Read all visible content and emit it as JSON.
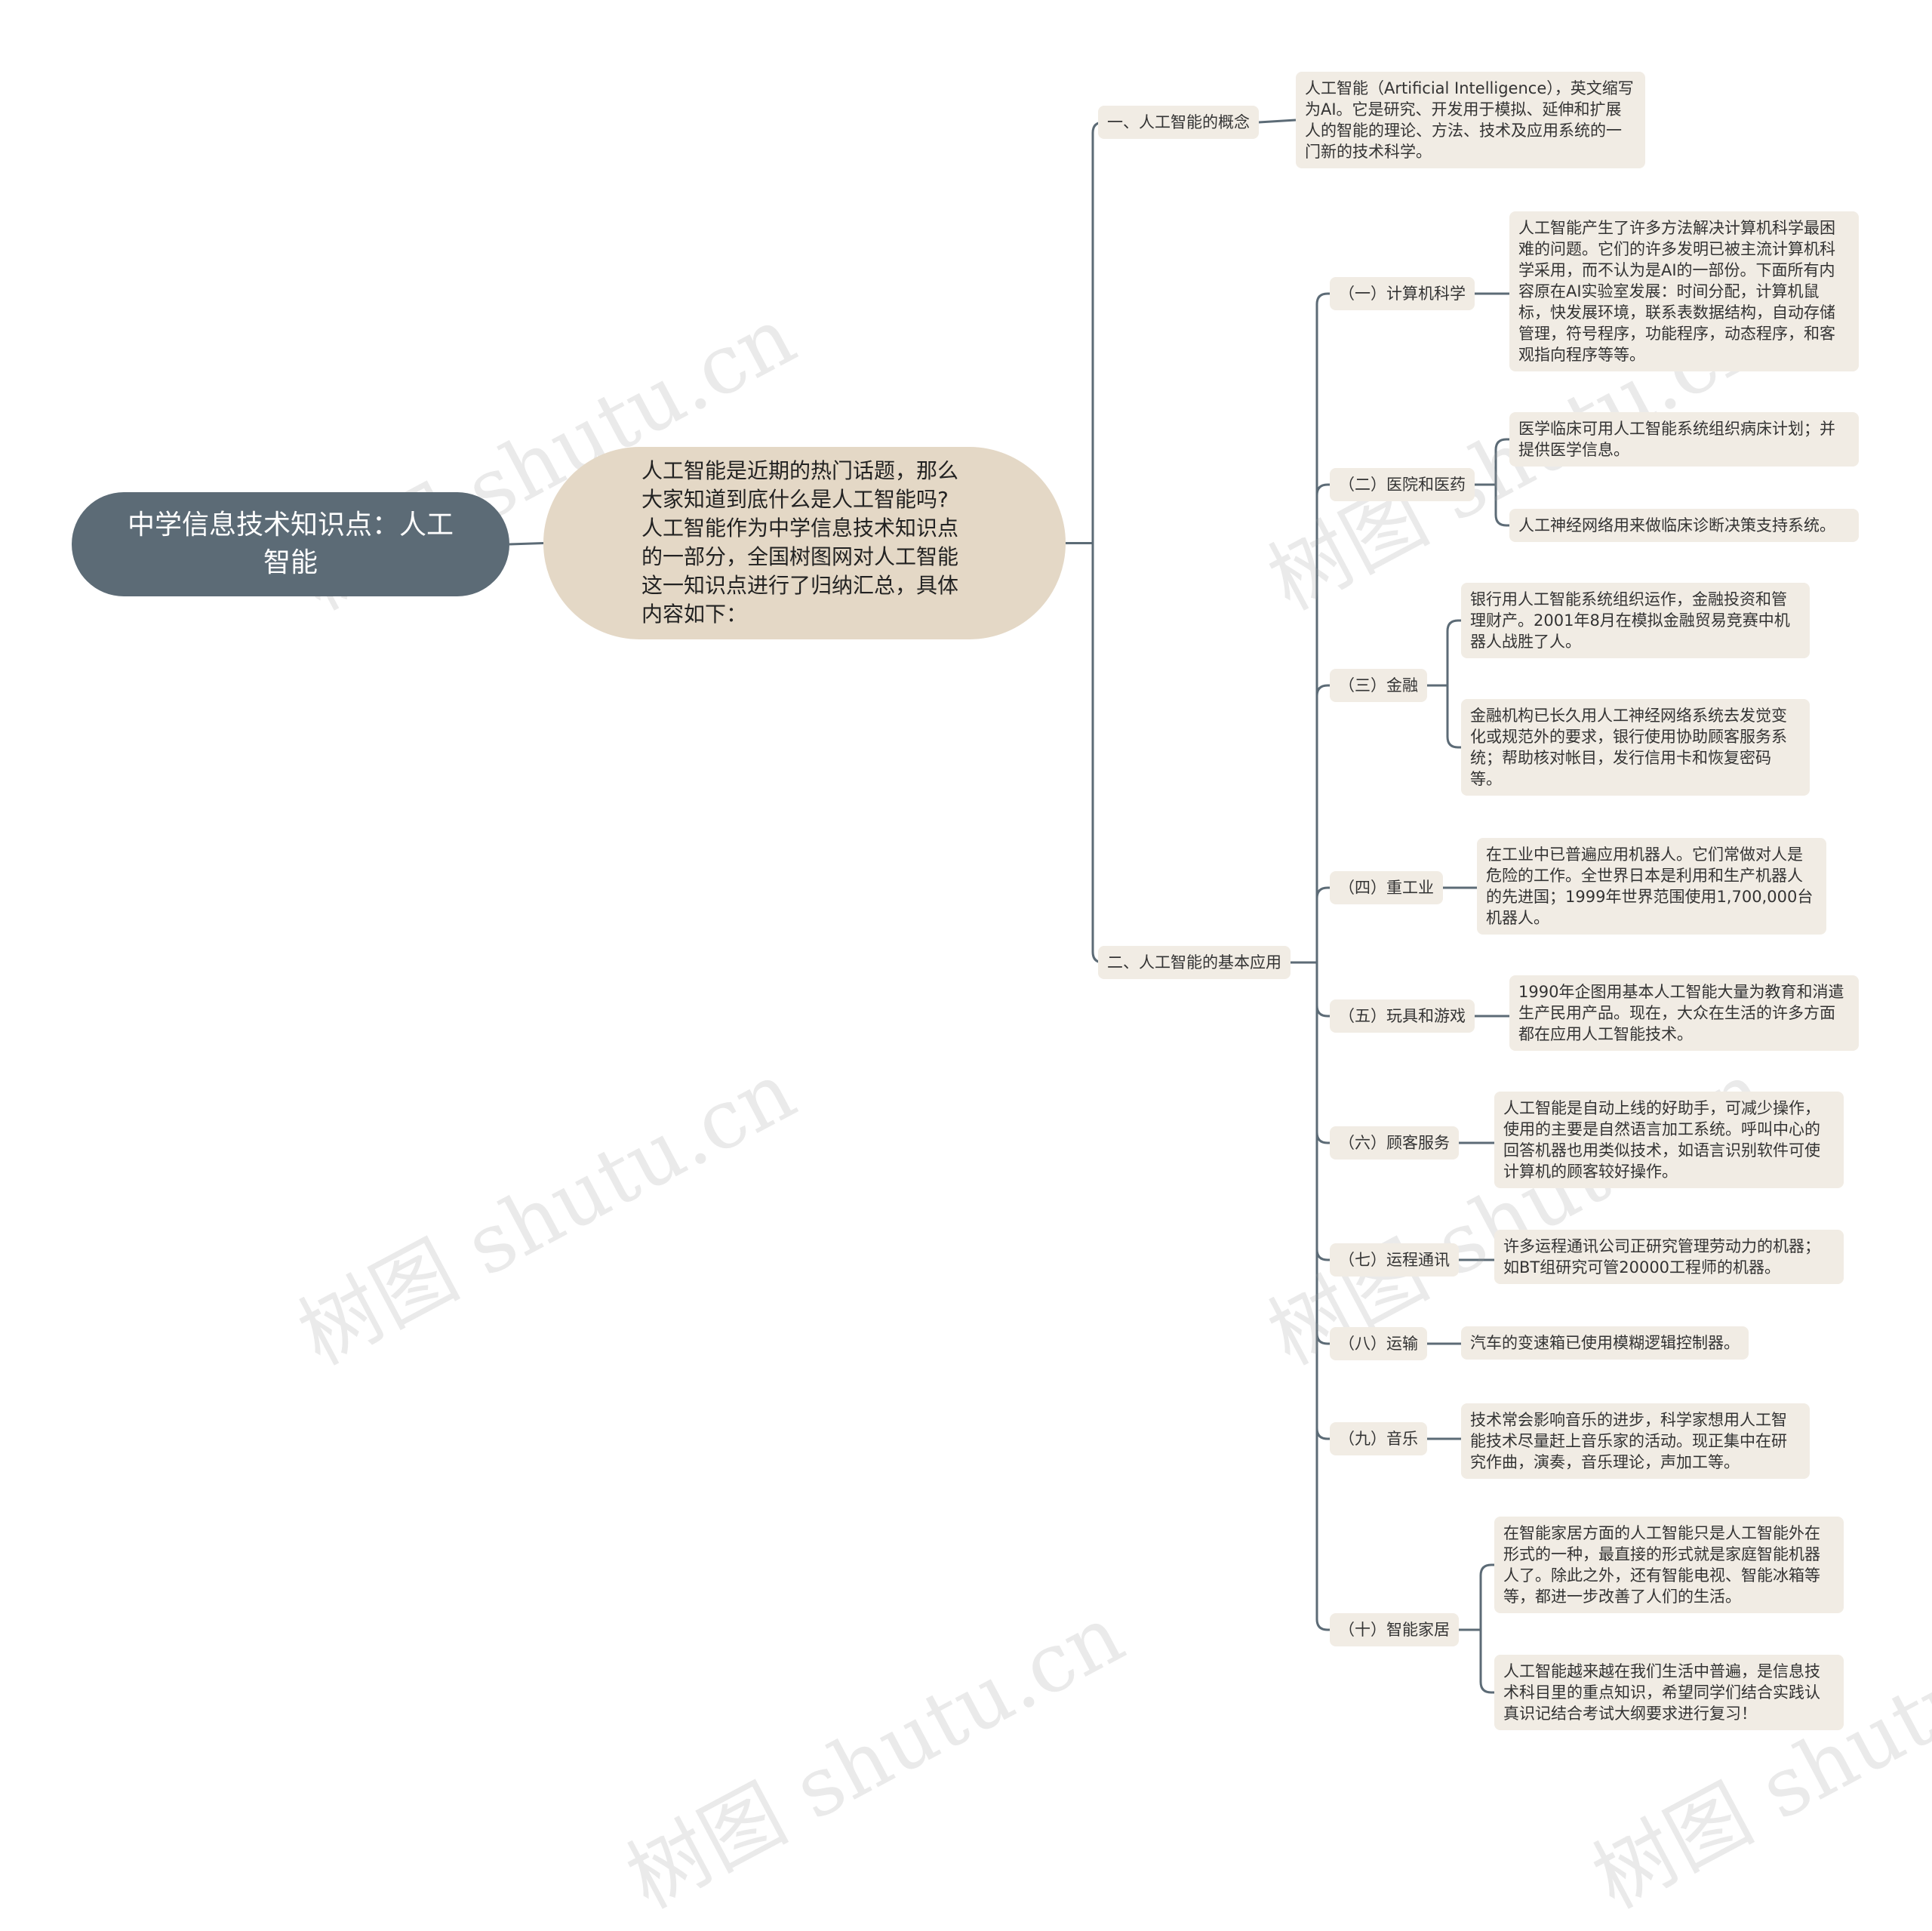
{
  "root": {
    "title": "中学信息技术知识点：人工智能"
  },
  "intro": {
    "text": "人工智能是近期的热门话题，那么大家知道到底什么是人工智能吗?人工智能作为中学信息技术知识点的一部分，全国树图网对人工智能这一知识点进行了归纳汇总，具体内容如下："
  },
  "section1": {
    "label": "一、人工智能的概念",
    "desc": "人工智能（Artificial Intelligence），英文缩写为AI。它是研究、开发用于模拟、延伸和扩展人的智能的理论、方法、技术及应用系统的一门新的技术科学。"
  },
  "section2": {
    "label": "二、人工智能的基本应用",
    "items": [
      {
        "label": "（一）计算机科学",
        "details": [
          "人工智能产生了许多方法解决计算机科学最困难的问题。它们的许多发明已被主流计算机科学采用，而不认为是AI的一部份。下面所有内容原在AI实验室发展：时间分配，计算机鼠标，快发展环境，联系表数据结构，自动存储管理，符号程序，功能程序，动态程序，和客观指向程序等等。"
        ]
      },
      {
        "label": "（二）医院和医药",
        "details": [
          "医学临床可用人工智能系统组织病床计划；并提供医学信息。",
          "人工神经网络用来做临床诊断决策支持系统。"
        ]
      },
      {
        "label": "（三）金融",
        "details": [
          "银行用人工智能系统组织运作，金融投资和管理财产。2001年8月在模拟金融贸易竞赛中机器人战胜了人。",
          "金融机构已长久用人工神经网络系统去发觉变化或规范外的要求，银行使用协助顾客服务系统；帮助核对帐目，发行信用卡和恢复密码等。"
        ]
      },
      {
        "label": "（四）重工业",
        "details": [
          "在工业中已普遍应用机器人。它们常做对人是危险的工作。全世界日本是利用和生产机器人的先进国；1999年世界范围使用1,700,000台机器人。"
        ]
      },
      {
        "label": "（五）玩具和游戏",
        "details": [
          "1990年企图用基本人工智能大量为教育和消遣生产民用产品。现在，大众在生活的许多方面都在应用人工智能技术。"
        ]
      },
      {
        "label": "（六）顾客服务",
        "details": [
          "人工智能是自动上线的好助手，可减少操作，使用的主要是自然语言加工系统。呼叫中心的回答机器也用类似技术，如语言识别软件可使计算机的顾客较好操作。"
        ]
      },
      {
        "label": "（七）运程通讯",
        "details": [
          "许多运程通讯公司正研究管理劳动力的机器；如BT组研究可管20000工程师的机器。"
        ]
      },
      {
        "label": "（八）运输",
        "details": [
          "汽车的变速箱已使用模糊逻辑控制器。"
        ]
      },
      {
        "label": "（九）音乐",
        "details": [
          "技术常会影响音乐的进步，科学家想用人工智能技术尽量赶上音乐家的活动。现正集中在研究作曲，演奏，音乐理论，声加工等。"
        ]
      },
      {
        "label": "（十）智能家居",
        "details": [
          "在智能家居方面的人工智能只是人工智能外在形式的一种，最直接的形式就是家庭智能机器人了。除此之外，还有智能电视、智能冰箱等等，都进一步改善了人们的生活。",
          "人工智能越来越在我们生活中普遍，是信息技术科目里的重点知识，希望同学们结合实践认真识记结合考试大纲要求进行复习！"
        ]
      }
    ]
  },
  "watermark": "树图 shutu.cn",
  "colors": {
    "root_bg": "#5c6b76",
    "intro_bg": "#e4d8c6",
    "node_bg": "#f1ece4",
    "line": "#5c6b76"
  }
}
